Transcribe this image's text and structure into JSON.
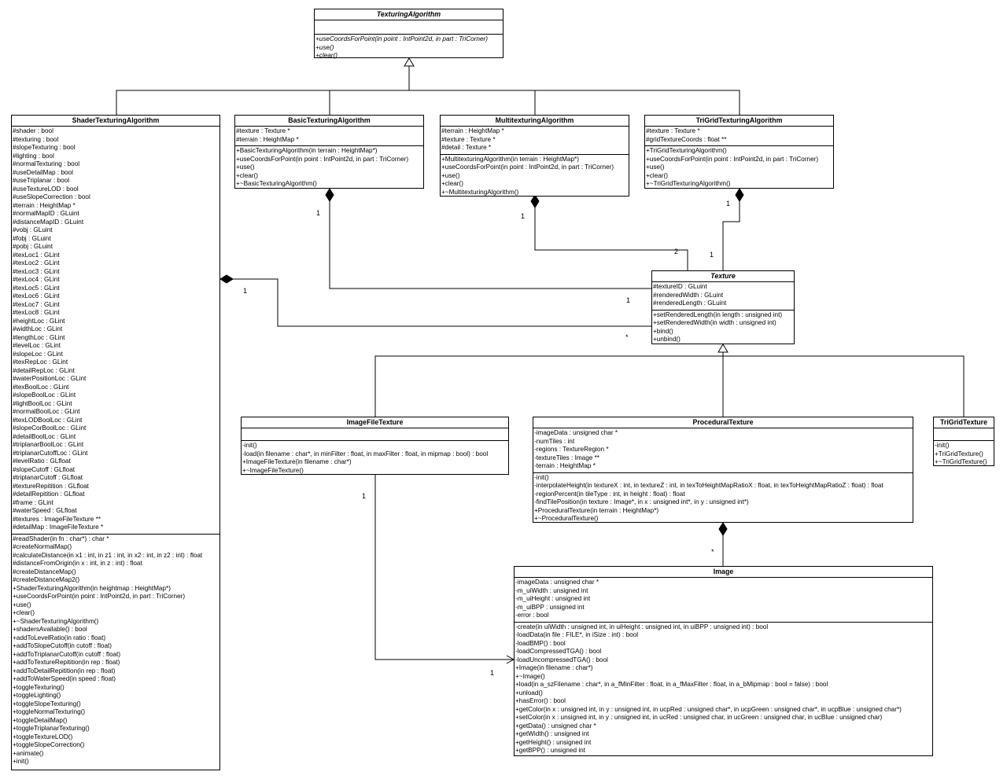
{
  "classes": {
    "texturing_algorithm": {
      "name": "TexturingAlgorithm",
      "attributes": [],
      "operations": [
        "+useCoordsForPoint(in point : IntPoint2d, in part : TriCorner)",
        "+use()",
        "+clear()"
      ]
    },
    "shader_texturing_algorithm": {
      "name": "ShaderTexturingAlgorithm",
      "attributes": [
        "#shader : bool",
        "#texturing : bool",
        "#slopeTexturing : bool",
        "#lighting : bool",
        "#normalTexturing : bool",
        "#useDetailMap : bool",
        "#useTriplanar : bool",
        "#useTextureLOD : bool",
        "#useSlopeCorrection : bool",
        "#terrain : HeightMap *",
        "#normalMapID : GLuint",
        "#distanceMapID : GLuint",
        "#vobj : GLuint",
        "#fobj : GLuint",
        "#pobj : GLuint",
        "#texLoc1 : GLint",
        "#texLoc2 : GLint",
        "#texLoc3 : GLint",
        "#texLoc4 : GLint",
        "#texLoc5 : GLint",
        "#texLoc6 : GLint",
        "#texLoc7 : GLint",
        "#texLoc8 : GLint",
        "#heightLoc : GLint",
        "#widthLoc : GLint",
        "#lengthLoc : GLint",
        "#levelLoc : GLint",
        "#slopeLoc : GLint",
        "#texRepLoc : GLint",
        "#detailRepLoc : GLint",
        "#waterPositionLoc : GLint",
        "#texBoolLoc : GLint",
        "#slopeBoolLoc : GLint",
        "#lightBoolLoc : GLint",
        "#normalBoolLoc : GLint",
        "#texLODBoolLoc : GLint",
        "#slopeCorBoolLoc : GLint",
        "#detailBoolLoc : GLint",
        "#triplanarBoolLoc : GLint",
        "#triplanarCutoffLoc : GLint",
        "#levelRatio : GLfloat",
        "#slopeCutoff : GLfloat",
        "#triplanarCutoff : GLfloat",
        "#textureRepitition : GLfloat",
        "#detailRepitition : GLfloat",
        "#frame : GLint",
        "#waterSpeed : GLfloat",
        "#textures : ImageFileTexture **",
        "#detailMap : ImageFileTexture *"
      ],
      "operations": [
        "#readShader(in fn : char*) : char *",
        "#createNormalMap()",
        "#calculateDistance(in x1 : int, in z1 : int, in x2 : int, in z2 : int) : float",
        "#distanceFromOrigin(in x : int, in z : int) : float",
        "#createDistanceMap()",
        "#createDistanceMap2()",
        "+ShaderTexturingAlgorithm(in heightmap : HeightMap*)",
        "+useCoordsForPoint(in point : IntPoint2d, in part : TriCorner)",
        "+use()",
        "+clear()",
        "+~ShaderTexturingAlgorithm()",
        "+shadersAvailable() : bool",
        "+addToLevelRatio(in ratio : float)",
        "+addToSlopeCutoff(in cutoff : float)",
        "+addToTriplanarCutoff(in cutoff : float)",
        "+addToTextureRepitition(in rep : float)",
        "+addToDetailRepitition(in rep : float)",
        "+addToWaterSpeed(in speed : float)",
        "+toggleTexturing()",
        "+toggleLighting()",
        "+toggleSlopeTexturing()",
        "+toggleNormalTexturing()",
        "+toggleDetailMap()",
        "+toggleTriplanarTexturing()",
        "+toggleTextureLOD()",
        "+toggleSlopeCorrection()",
        "+animate()",
        "+init()"
      ]
    },
    "basic_texturing_algorithm": {
      "name": "BasicTexturingAlgorithm",
      "attributes": [
        "#texture : Texture *",
        "#terrain : HeightMap *"
      ],
      "operations": [
        "+BasicTexturingAlgorithm(in terrain : HeightMap*)",
        "+useCoordsForPoint(in point : IntPoint2d, in part : TriCorner)",
        "+use()",
        "+clear()",
        "+~BasicTexturingAlgorithm()"
      ]
    },
    "multitexturing_algorithm": {
      "name": "MultitexturingAlgorithm",
      "attributes": [
        "#terrain : HeightMap *",
        "#texture : Texture *",
        "#detail : Texture *"
      ],
      "operations": [
        "+MultitexturingAlgorithm(in terrain : HeightMap*)",
        "+useCoordsForPoint(in point : IntPoint2d, in part : TriCorner)",
        "+use()",
        "+clear()",
        "+~MultitexturingAlgorithm()"
      ]
    },
    "trigrid_texturing_algorithm": {
      "name": "TriGridTexturingAlgorithm",
      "attributes": [
        "#texture : Texture *",
        "#gridTextureCoords : float **"
      ],
      "operations": [
        "+TriGridTexturingAlgorithm()",
        "+useCoordsForPoint(in point : IntPoint2d, in part : TriCorner)",
        "+use()",
        "+clear()",
        "+~TriGridTexturingAlgorithm()"
      ]
    },
    "texture": {
      "name": "Texture",
      "attributes": [
        "#textureID : GLuint",
        "#renderedWidth : GLuint",
        "#renderedLength : GLuint"
      ],
      "operations": [
        "+setRenderedLength(in length : unsigned int)",
        "+setRenderedWidth(in width : unsigned int)",
        "+bind()",
        "+unbind()"
      ]
    },
    "image_file_texture": {
      "name": "ImageFileTexture",
      "attributes": [],
      "operations": [
        "-init()",
        "-load(in filename : char*, in minFilter : float, in maxFilter : float, in mipmap : bool) : bool",
        "+ImageFileTexture(in filename : char*)",
        "+~ImageFileTexture()"
      ]
    },
    "procedural_texture": {
      "name": "ProceduralTexture",
      "attributes": [
        "-imageData : unsigned char *",
        "-numTiles : int",
        "-regions : TextureRegion *",
        "-textureTiles : Image **",
        "-terrain : HeightMap *"
      ],
      "operations": [
        "-init()",
        "-interpolateHeight(in textureX : int, in textureZ : int, in texToHeightMapRatioX : float, in texToHeightMapRatioZ : float) : float",
        "-regionPercent(in tileType : int, in height : float) : float",
        "-findTilePosition(in texture : Image*, in x : unsigned int*, in y : unsigned int*)",
        "+ProceduralTexture(in terrain : HeightMap*)",
        "+~ProceduralTexture()"
      ]
    },
    "trigrid_texture": {
      "name": "TriGridTexture",
      "attributes": [],
      "operations": [
        "-init()",
        "+TriGridTexture()",
        "+~TriGridTexture()"
      ]
    },
    "image": {
      "name": "Image",
      "attributes": [
        "-imageData : unsigned char *",
        "-m_uiWidth : unsigned int",
        "-m_uiHeight : unsigned int",
        "-m_uiBPP : unsigned int",
        "-error : bool"
      ],
      "operations": [
        "-create(in uiWidth : unsigned int, in uiHeight : unsigned int, in uiBPP : unsigned int) : bool",
        "-loadData(in file : FILE*, in iSize : int) : bool",
        "-loadBMP() : bool",
        "-loadCompressedTGA() : bool",
        "-loadUncompressedTGA() : bool",
        "+Image(in filename : char*)",
        "+~Image()",
        "+load(in a_szFilename : char*, in a_fMinFilter : float, in a_fMaxFilter : float, in a_bMipmap : bool = false) : bool",
        "+unload()",
        "+hasError() : bool",
        "+getColor(in x : unsigned int, in y : unsigned int, in ucpRed : unsigned char*, in ucpGreen : unsigned char*, in ucpBlue : unsigned char*)",
        "+setColor(in x : unsigned int, in y : unsigned int, in ucRed : unsigned char, in ucGreen : unsigned char, in ucBlue : unsigned char)",
        "+getData() : unsigned char *",
        "+getWidth() : unsigned int",
        "+getHeight() : unsigned int",
        "+getBPP() : unsigned int"
      ]
    }
  },
  "multiplicities": {
    "basic_to_texture_src": "1",
    "basic_to_texture_dst": "1",
    "multi_to_texture_src": "1",
    "multi_to_texture_dst": "2",
    "trigrid_to_texture_src": "1",
    "trigrid_to_texture_dst": "1",
    "shader_to_texture_src": "1",
    "shader_to_texture_dst": "*",
    "procedural_to_image_dst": "*",
    "imagefile_to_image_src": "1",
    "imagefile_to_image_dst": "1"
  }
}
